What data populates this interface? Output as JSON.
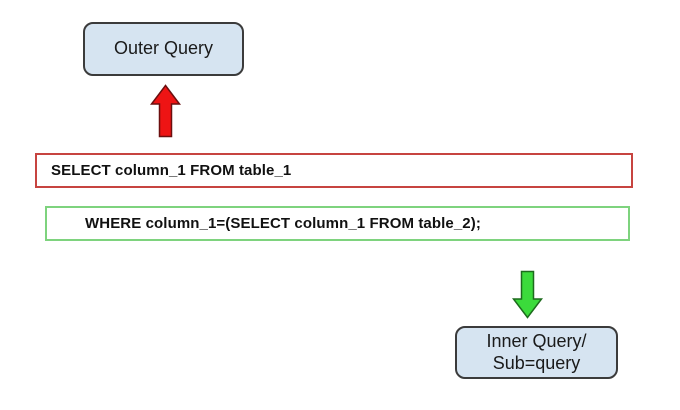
{
  "diagram": {
    "title": "SQL outer query and inner subquery relationship",
    "outer_query": {
      "label": "Outer Query"
    },
    "statements": {
      "select_line": "SELECT column_1 FROM table_1",
      "where_line": "WHERE column_1=(SELECT column_1 FROM table_2);"
    },
    "inner_query": {
      "label_line1": "Inner Query/",
      "label_line2": "Sub=query"
    },
    "icons": {
      "up_arrow": "red-block-arrow-up",
      "down_arrow": "green-block-arrow-down"
    }
  },
  "colors": {
    "background": "#ffffff",
    "box_fill": "#d6e4f1",
    "box_border": "#3b3b3b",
    "select_border": "#c74440",
    "where_border": "#7ed37e",
    "red_arrow_fill": "#ee1414",
    "red_arrow_stroke": "#6b0f0f",
    "green_arrow_fill": "#3bdb3b",
    "green_arrow_stroke": "#1d6b1d"
  }
}
